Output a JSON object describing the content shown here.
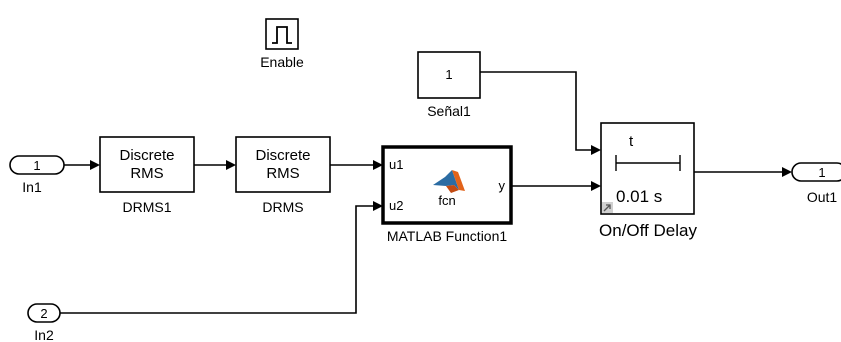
{
  "blocks": {
    "enable": {
      "label": "Enable"
    },
    "senal1": {
      "value": "1",
      "label": "Señal1"
    },
    "in1": {
      "number": "1",
      "label": "In1"
    },
    "in2": {
      "number": "2",
      "label": "In2"
    },
    "out1": {
      "number": "1",
      "label": "Out1"
    },
    "drms1": {
      "line1": "Discrete",
      "line2": "RMS",
      "label": "DRMS1"
    },
    "drms": {
      "line1": "Discrete",
      "line2": "RMS",
      "label": "DRMS"
    },
    "matlab_fn": {
      "port_in1": "u1",
      "port_in2": "u2",
      "port_out": "y",
      "body": "fcn",
      "label": "MATLAB Function1"
    },
    "onoff_delay": {
      "symbol": "t",
      "time": "0.01 s",
      "label": "On/Off Delay"
    }
  },
  "colors": {
    "matlab_logo_orange": "#e2631a",
    "matlab_logo_blue": "#2b6ca3"
  }
}
